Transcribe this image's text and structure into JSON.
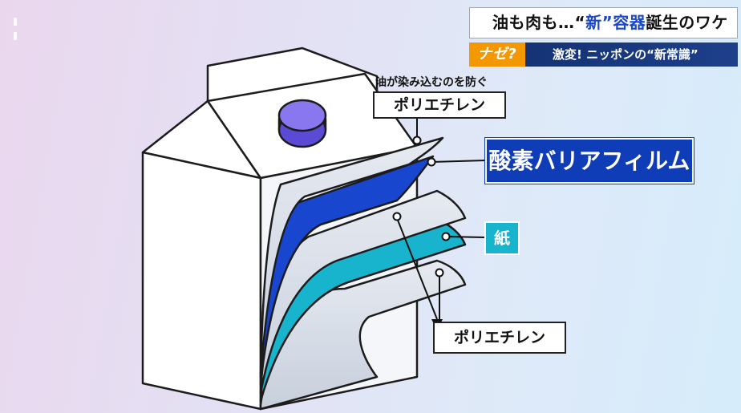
{
  "header": {
    "title_prefix": "油も肉も…“",
    "title_highlight": "新”容器",
    "title_suffix": "誕生のワケ"
  },
  "subbar": {
    "tag": "ナゼ?",
    "text": "激変! ニッポンの“新常識”"
  },
  "diagram": {
    "note": "油が染み込むのを防ぐ",
    "polyethylene_top": "ポリエチレン",
    "oxygen_barrier": "酸素バリアフィルム",
    "paper": "紙",
    "polyethylene_bottom": "ポリエチレン"
  },
  "colors": {
    "oxygen_barrier": "#0f3db8",
    "paper": "#18b3cc",
    "polyethylene": "#d2d8e3",
    "cap": "#7b6ae6",
    "subbar": "#12306e",
    "tag": "#f39800"
  }
}
